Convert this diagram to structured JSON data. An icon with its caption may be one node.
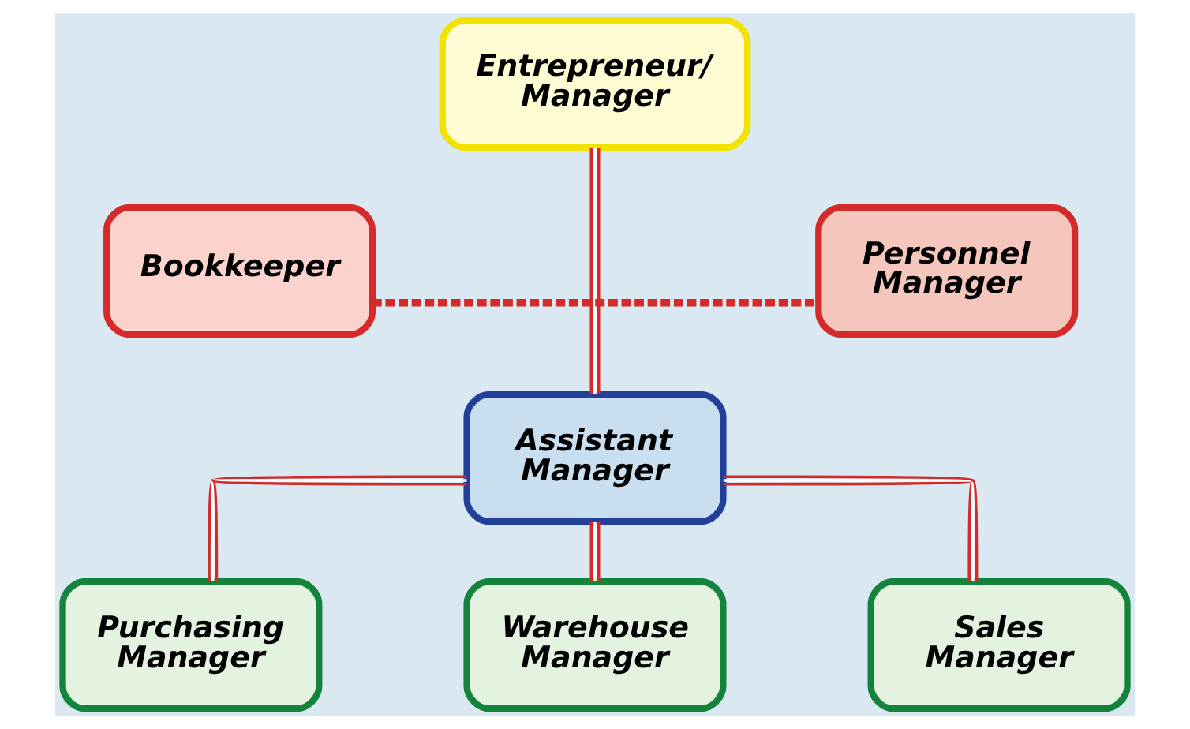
{
  "diagram": {
    "nodes": [
      {
        "text": [
          "Entrepreneur/ Manager"
        ]
      },
      {
        "text": [
          "Bookkeeper"
        ]
      },
      {
        "text": [
          "Personnel Manager"
        ]
      },
      {
        "text": [
          "Assistant Manager"
        ]
      },
      {
        "text": [
          "Purchasing Manager"
        ]
      },
      {
        "text": [
          "Warehouse Manager"
        ]
      },
      {
        "text": [
          "Sales Manager"
        ]
      }
    ],
    "edges": [
      {
        "from": 0,
        "to": 3,
        "arrow": "none"
      },
      {
        "from": 1,
        "to": 2,
        "arrow": "none",
        "style": "dashed"
      },
      {
        "from": 3,
        "to": 4,
        "arrow": "none"
      },
      {
        "from": 3,
        "to": 5,
        "arrow": "none"
      },
      {
        "from": 3,
        "to": 6,
        "arrow": "none"
      }
    ]
  }
}
